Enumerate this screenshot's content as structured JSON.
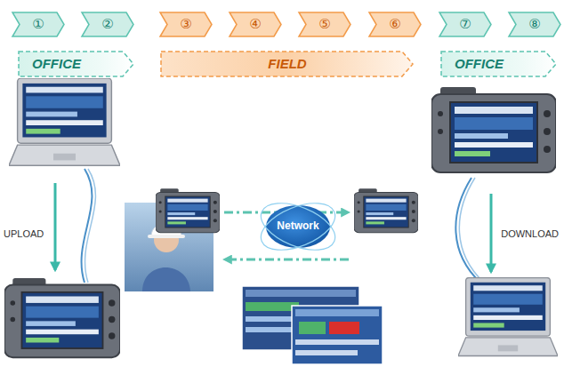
{
  "diagram": {
    "nodes": [
      {
        "text": [
          "①"
        ]
      },
      {
        "text": [
          "②"
        ]
      },
      {
        "text": [
          "③"
        ]
      },
      {
        "text": [
          "④"
        ]
      },
      {
        "text": [
          "⑤"
        ]
      },
      {
        "text": [
          "⑥"
        ]
      },
      {
        "text": [
          "⑦"
        ]
      },
      {
        "text": [
          "⑧"
        ]
      },
      {
        "text": [
          "OFFICE"
        ]
      },
      {
        "text": [
          "FIELD"
        ]
      },
      {
        "text": [
          "OFFICE"
        ]
      },
      {
        "text": [
          "Network"
        ]
      }
    ],
    "labels": [
      "UPLOAD",
      "DOWNLOAD"
    ]
  }
}
